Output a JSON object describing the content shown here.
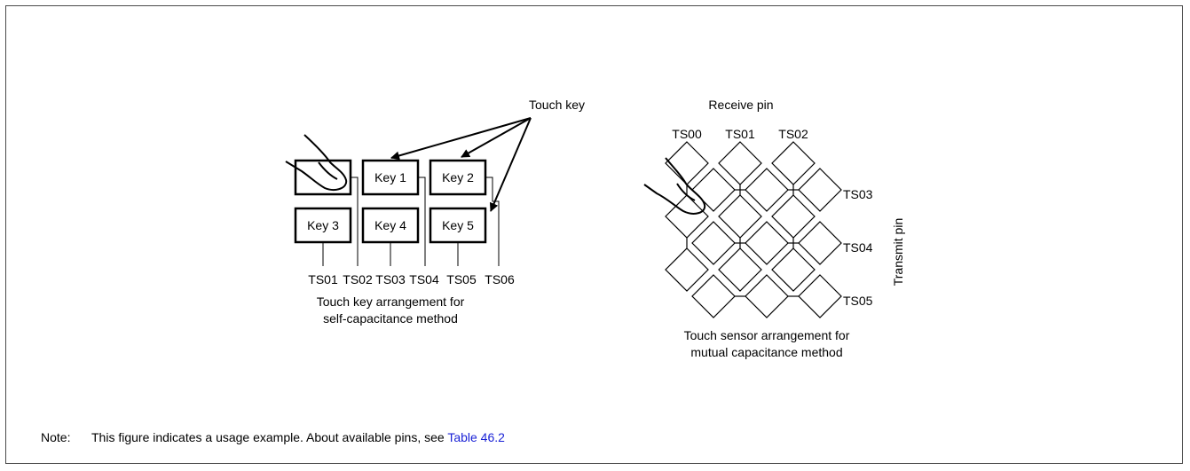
{
  "self_cap": {
    "callout": "Touch key",
    "keys": [
      "Key 1",
      "Key 2",
      "Key 3",
      "Key 4",
      "Key 5"
    ],
    "pins": [
      "TS01",
      "TS02",
      "TS03",
      "TS04",
      "TS05",
      "TS06"
    ],
    "caption_line1": "Touch key arrangement for",
    "caption_line2": "self-capacitance method"
  },
  "mutual_cap": {
    "receive_title": "Receive pin",
    "receive_pins": [
      "TS00",
      "TS01",
      "TS02"
    ],
    "transmit_pins": [
      "TS03",
      "TS04",
      "TS05"
    ],
    "transmit_title": "Transmit pin",
    "caption_line1": "Touch sensor arrangement for",
    "caption_line2": "mutual capacitance method"
  },
  "note": {
    "label": "Note:",
    "text": "This figure indicates a usage example. About available pins, see ",
    "link": "Table 46.2"
  }
}
